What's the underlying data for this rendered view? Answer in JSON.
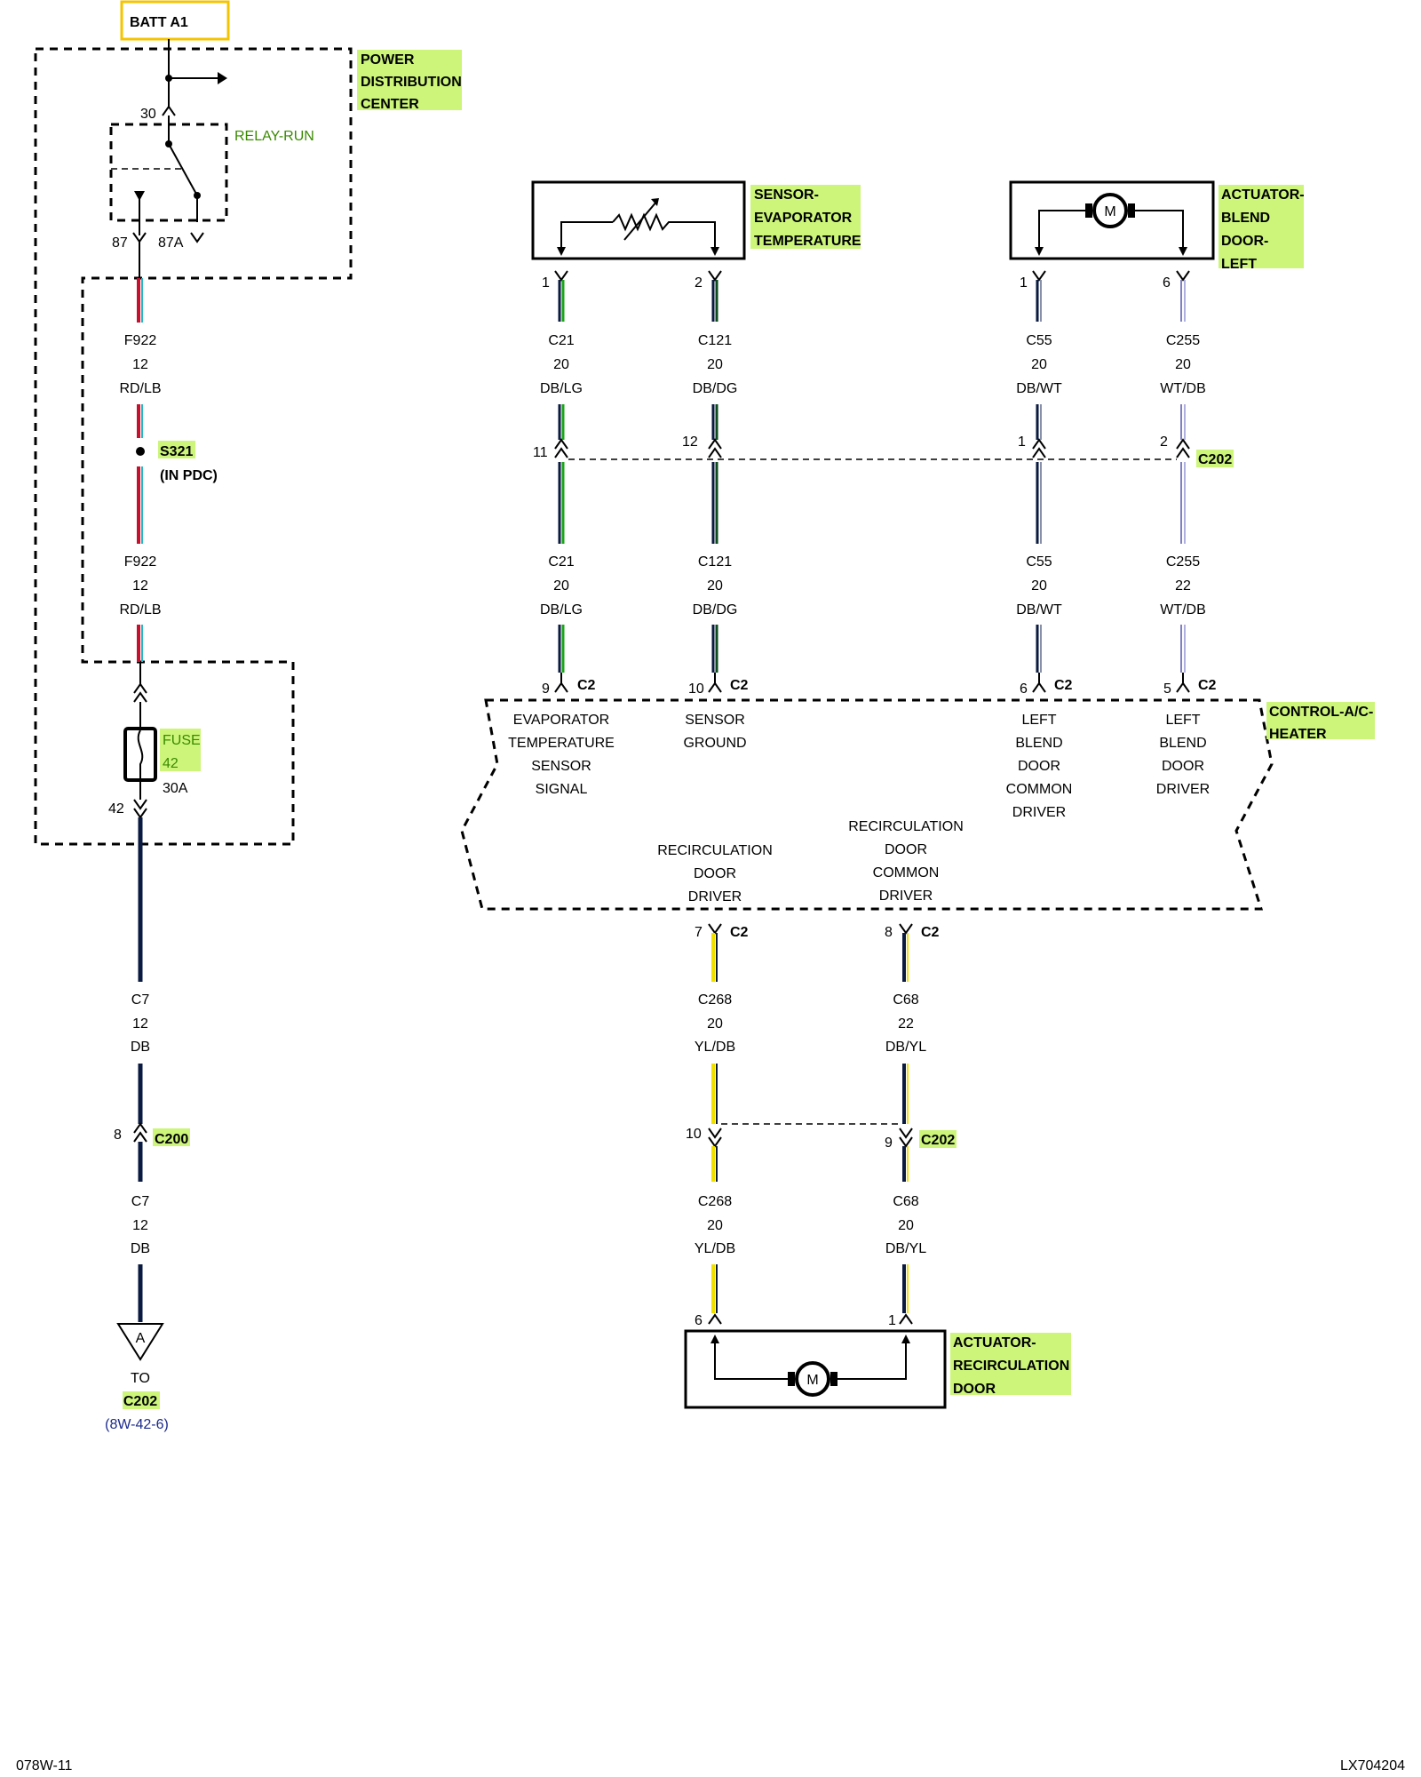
{
  "batt": "BATT A1",
  "pdc": {
    "line1": "POWER",
    "line2": "DISTRIBUTION",
    "line3": "CENTER"
  },
  "relay": {
    "label": "RELAY-RUN",
    "pin30": "30",
    "pin87": "87",
    "pin87a": "87A"
  },
  "feed_wire_top": {
    "circuit": "F922",
    "gauge": "12",
    "color": "RD/LB"
  },
  "splice": {
    "id": "S321",
    "note": "(IN PDC)"
  },
  "feed_wire_bottom": {
    "circuit": "F922",
    "gauge": "12",
    "color": "RD/LB"
  },
  "fuse": {
    "label1": "FUSE",
    "label2": "42",
    "rating": "30A",
    "pin": "42"
  },
  "c7_top": {
    "circuit": "C7",
    "gauge": "12",
    "color": "DB"
  },
  "c200": {
    "pin": "8",
    "name": "C200"
  },
  "c7_bottom": {
    "circuit": "C7",
    "gauge": "12",
    "color": "DB"
  },
  "offpage": {
    "letter": "A",
    "to": "TO",
    "conn": "C202",
    "ref": "(8W-42-6)"
  },
  "sensor": {
    "line1": "SENSOR-",
    "line2": "EVAPORATOR",
    "line3": "TEMPERATURE",
    "pin1": "1",
    "pin2": "2"
  },
  "actuator_left": {
    "line1": "ACTUATOR-",
    "line2": "BLEND",
    "line3": "DOOR-",
    "line4": "LEFT",
    "pin1": "1",
    "pin6": "6",
    "motor": "M"
  },
  "wires_top": [
    {
      "circuit": "C21",
      "gauge": "20",
      "color": "DB/LG"
    },
    {
      "circuit": "C121",
      "gauge": "20",
      "color": "DB/DG"
    },
    {
      "circuit": "C55",
      "gauge": "20",
      "color": "DB/WT"
    },
    {
      "circuit": "C255",
      "gauge": "20",
      "color": "WT/DB"
    }
  ],
  "c202_upper": {
    "pins": [
      "11",
      "12",
      "1",
      "2"
    ],
    "name": "C202"
  },
  "wires_mid": [
    {
      "circuit": "C21",
      "gauge": "20",
      "color": "DB/LG"
    },
    {
      "circuit": "C121",
      "gauge": "20",
      "color": "DB/DG"
    },
    {
      "circuit": "C55",
      "gauge": "20",
      "color": "DB/WT"
    },
    {
      "circuit": "C255",
      "gauge": "22",
      "color": "WT/DB"
    }
  ],
  "c2_top": {
    "pins": [
      "9",
      "10",
      "6",
      "5"
    ],
    "name": "C2"
  },
  "control": {
    "line1": "CONTROL-A/C-",
    "line2": "HEATER"
  },
  "func_top": [
    [
      "EVAPORATOR",
      "TEMPERATURE",
      "SENSOR",
      "SIGNAL"
    ],
    [
      "SENSOR",
      "GROUND"
    ],
    [
      "LEFT",
      "BLEND",
      "DOOR",
      "COMMON",
      "DRIVER"
    ],
    [
      "LEFT",
      "BLEND",
      "DOOR",
      "DRIVER"
    ]
  ],
  "func_bottom": [
    [
      "RECIRCULATION",
      "DOOR",
      "DRIVER"
    ],
    [
      "RECIRCULATION",
      "DOOR",
      "COMMON",
      "DRIVER"
    ]
  ],
  "c2_bottom": {
    "pins": [
      "7",
      "8"
    ],
    "name": "C2"
  },
  "wires_low1": [
    {
      "circuit": "C268",
      "gauge": "20",
      "color": "YL/DB"
    },
    {
      "circuit": "C68",
      "gauge": "22",
      "color": "DB/YL"
    }
  ],
  "c202_lower": {
    "pins": [
      "10",
      "9"
    ],
    "name": "C202"
  },
  "wires_low2": [
    {
      "circuit": "C268",
      "gauge": "20",
      "color": "YL/DB"
    },
    {
      "circuit": "C68",
      "gauge": "20",
      "color": "DB/YL"
    }
  ],
  "actuator_recirc": {
    "line1": "ACTUATOR-",
    "line2": "RECIRCULATION",
    "line3": "DOOR",
    "pin6": "6",
    "pin1": "1",
    "motor": "M"
  },
  "footer": {
    "left": "078W-11",
    "right": "LX704204"
  },
  "colors": {
    "highlight": "#ccf57a",
    "red": "#c8102e",
    "cyan": "#20b8c8",
    "green": "#1aa51a",
    "yellow": "#f0e000",
    "navy": "#0a1a40",
    "lavender": "#8080c0"
  }
}
